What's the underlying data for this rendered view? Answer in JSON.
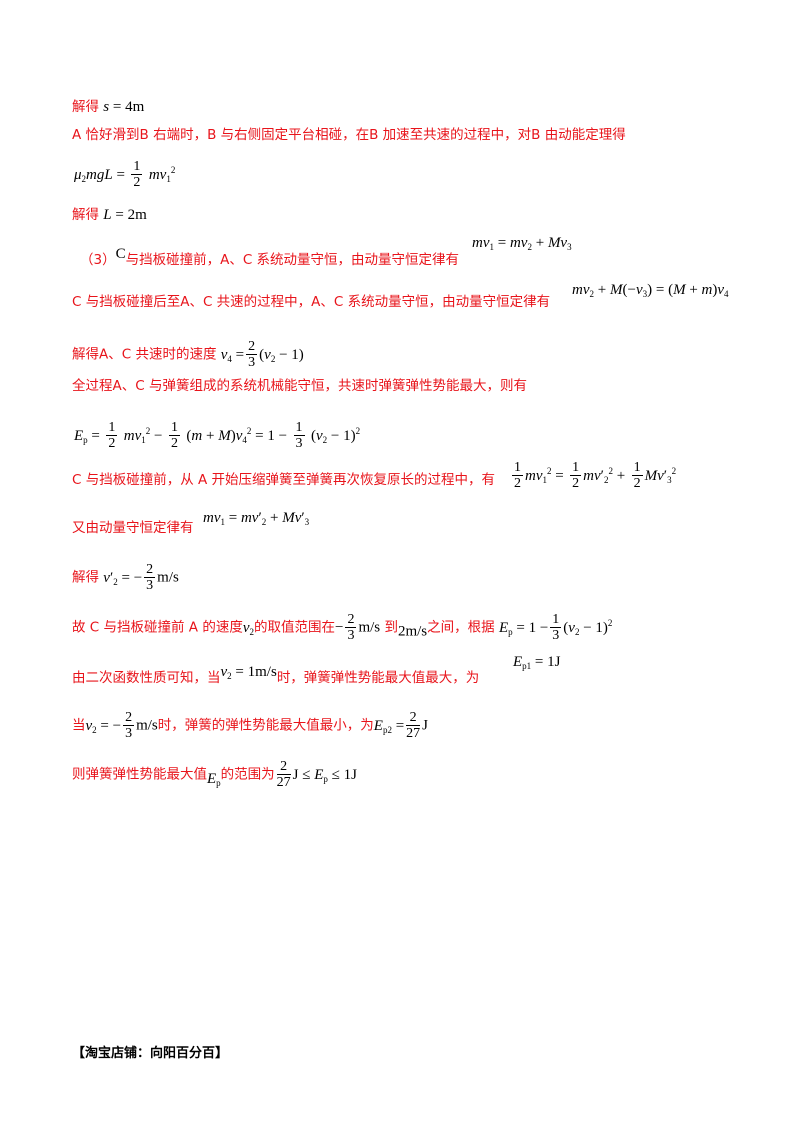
{
  "lines": {
    "l1_prefix": "解得",
    "l2": "A 恰好滑到B 右端时，B 与右侧固定平台相碰，在B 加速至共速的过程中，对B 由动能定理得",
    "l4_prefix": "解得",
    "l5_a": "（3）",
    "l5_c": "C",
    "l5_b": "与挡板碰撞前，A、C 系统动量守恒，由动量守恒定律有",
    "l6": "C 与挡板碰撞后至A、C 共速的过程中，A、C 系统动量守恒，由动量守恒定律有",
    "l7": "解得A、C 共速时的速度",
    "l8": "全过程A、C 与弹簧组成的系统机械能守恒，共速时弹簧弹性势能最大，则有",
    "l10": "C 与挡板碰撞前，从 A 开始压缩弹簧至弹簧再次恢复原长的过程中，有",
    "l11": "又由动量守恒定律有",
    "l12": "解得",
    "l13_a": "故 C 与挡板碰撞前 A 的速度",
    "l13_b": "的取值范围在",
    "l13_c": "到",
    "l13_d": "之间，根据",
    "l14_a": "由二次函数性质可知，当",
    "l14_b": "时，弹簧弹性势能最大值最大，为",
    "l15_a": "当",
    "l15_b": "时，弹簧的弹性势能最大值最小，为",
    "l16_a": "则弹簧弹性势能最大值",
    "l16_b": "的范围为"
  },
  "footer": "【淘宝店铺：向阳百分百】"
}
